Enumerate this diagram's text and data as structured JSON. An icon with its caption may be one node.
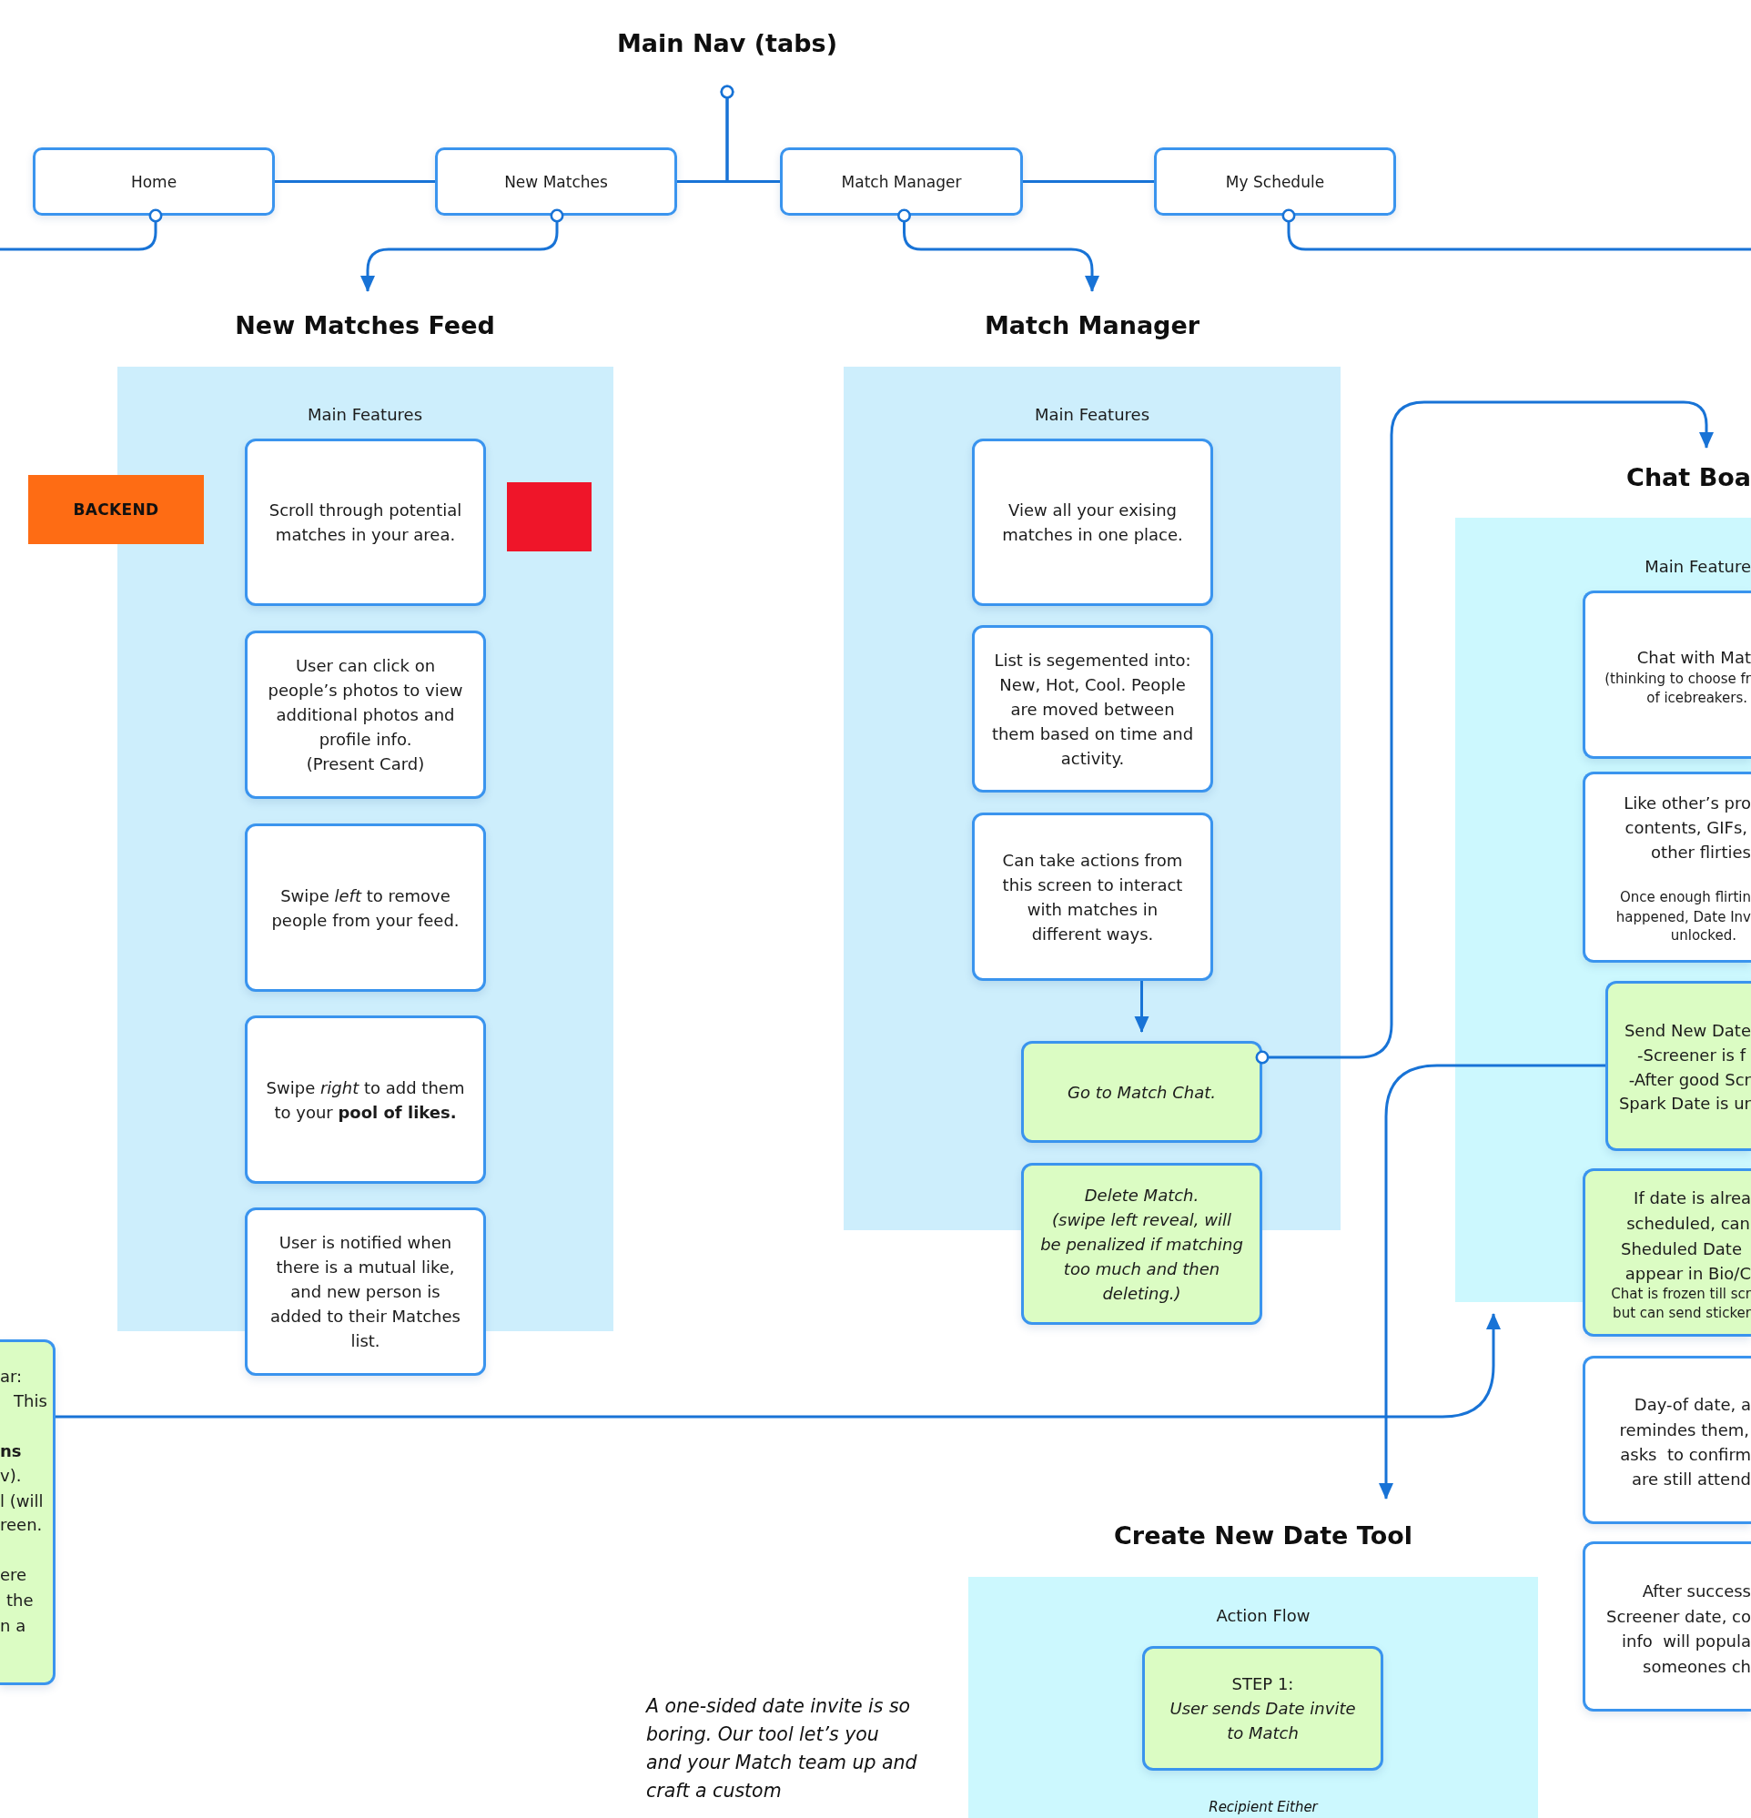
{
  "diagram": {
    "nodes": [
      {
        "text": [
          "Main Nav (tabs)"
        ]
      },
      {
        "text": [
          "Home"
        ]
      },
      {
        "text": [
          "New Matches"
        ]
      },
      {
        "text": [
          "Match Manager"
        ]
      },
      {
        "text": [
          "My Schedule"
        ]
      },
      {
        "text": [
          "New Matches Feed"
        ]
      },
      {
        "text": [
          "Match Manager"
        ]
      },
      {
        "text": [
          "Main Features"
        ]
      },
      {
        "text": [
          "BACKEND"
        ]
      },
      {
        "text": [
          "Scroll through potential matches in your area."
        ],
        "in": 7
      },
      {
        "text": [],
        "shape": "box",
        "in": 7
      },
      {
        "text": [
          "User can click on people’s photos to view additional photos and profile info.",
          "(Present Card)"
        ],
        "in": 7
      },
      {
        "text": [
          "Swipe *left* to remove people from your feed."
        ],
        "in": 7
      },
      {
        "text": [
          "Swipe *right* to add them to your **pool of likes.**"
        ],
        "in": 7
      },
      {
        "text": [
          "User is notified when there is a mutual like, and new person is added to their Matches list."
        ]
      },
      {
        "text": [
          "Main Features"
        ]
      },
      {
        "text": [
          "View all your exising matches in one place."
        ],
        "in": 15
      },
      {
        "text": [
          "List is segemented into: New, Hot, Cool. People are moved between them based on time and activity."
        ],
        "in": 15
      },
      {
        "text": [
          "Can take actions from this screen to interact with matches in different ways."
        ],
        "in": 15
      },
      {
        "text": [
          "Go to Match Chat."
        ],
        "in": 15
      },
      {
        "text": [
          "Delete Match.",
          "(swipe left reveal, will be penalized if matching too much and then deleting.)"
        ]
      },
      {
        "text": [
          "Chat Boa"
        ]
      },
      {
        "text": [
          "Main Feature"
        ]
      },
      {
        "text": [
          "Chat with Mat",
          "(thinking to choose fr",
          "of icebreakers."
        ],
        "in": 22
      },
      {
        "text": [
          "Like other’s pro",
          "contents, GIFs,",
          "other flirties",
          "Once enough flirtin",
          "happened, Date Inv",
          "unlocked."
        ],
        "in": 22
      },
      {
        "text": [
          "Send New Date",
          "-Screener is f",
          "-After good Scr",
          "Spark Date is ur"
        ],
        "in": 22
      },
      {
        "text": [
          "If date is alrea",
          "scheduled, can",
          "Sheduled Date",
          "appear in Bio/C",
          "Chat is frozen till scr",
          "but can send sticker"
        ]
      },
      {
        "text": [
          "Day-of date, a",
          "remindes them,",
          "asks  to confirm",
          "are still attend"
        ]
      },
      {
        "text": [
          "After success",
          "Screener date, co",
          "info  will popula",
          "someones ch"
        ]
      },
      {
        "text": [
          "ar:",
          "This",
          "ns",
          "v).",
          "l (will",
          "reen.",
          "ere",
          "the",
          "n a"
        ]
      },
      {
        "text": [
          "Create New Date Tool"
        ]
      },
      {
        "text": [
          "Action Flow"
        ]
      },
      {
        "text": [
          "STEP 1:",
          "User sends Date invite to Match"
        ],
        "in": 31
      }
    ],
    "edges": [
      {
        "from": 0,
        "to": 2,
        "arrow": "other"
      },
      {
        "from": 0,
        "to": 3,
        "arrow": "other"
      },
      {
        "from": 1,
        "to": 2,
        "arrow": "none"
      },
      {
        "from": 3,
        "to": 4,
        "arrow": "none"
      },
      {
        "from": 1,
        "to": null,
        "arrow": "other"
      },
      {
        "from": 2,
        "to": 5,
        "arrow": "to"
      },
      {
        "from": 3,
        "to": 6,
        "arrow": "to"
      },
      {
        "from": 4,
        "to": null,
        "arrow": "other"
      },
      {
        "from": 18,
        "to": 19,
        "arrow": "to"
      },
      {
        "from": 19,
        "to": 21,
        "arrow": "to"
      },
      {
        "from": 29,
        "to": 22,
        "arrow": "to"
      },
      {
        "from": 25,
        "to": 30,
        "arrow": "to"
      }
    ],
    "labels": [
      "A one-sided date invite is so boring. Our tool let’s you and your Match team up and craft a custom",
      "Recipient Either"
    ]
  }
}
